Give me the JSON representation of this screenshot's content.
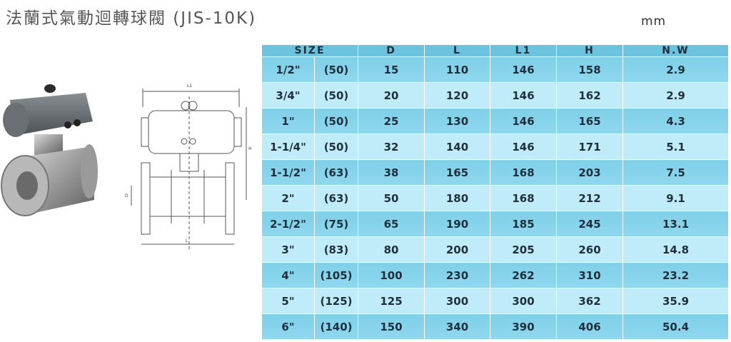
{
  "title": "法蘭式氣動迴轉球閥 (JIS-10K)",
  "unit": "mm",
  "table": {
    "headers": {
      "size": "SIZE",
      "d": "D",
      "l": "L",
      "l1": "L1",
      "h": "H",
      "nw": "N.W"
    },
    "rows": [
      {
        "size": "1/2\"",
        "code": "(50)",
        "d": "15",
        "l": "110",
        "l1": "146",
        "h": "158",
        "nw": "2.9"
      },
      {
        "size": "3/4\"",
        "code": "(50)",
        "d": "20",
        "l": "120",
        "l1": "146",
        "h": "162",
        "nw": "2.9"
      },
      {
        "size": "1\"",
        "code": "(50)",
        "d": "25",
        "l": "130",
        "l1": "146",
        "h": "165",
        "nw": "4.3"
      },
      {
        "size": "1-1/4\"",
        "code": "(50)",
        "d": "32",
        "l": "140",
        "l1": "146",
        "h": "171",
        "nw": "5.1"
      },
      {
        "size": "1-1/2\"",
        "code": "(63)",
        "d": "38",
        "l": "165",
        "l1": "168",
        "h": "203",
        "nw": "7.5"
      },
      {
        "size": "2\"",
        "code": "(63)",
        "d": "50",
        "l": "180",
        "l1": "168",
        "h": "212",
        "nw": "9.1"
      },
      {
        "size": "2-1/2\"",
        "code": "(75)",
        "d": "65",
        "l": "190",
        "l1": "185",
        "h": "245",
        "nw": "13.1"
      },
      {
        "size": "3\"",
        "code": "(83)",
        "d": "80",
        "l": "200",
        "l1": "205",
        "h": "260",
        "nw": "14.8"
      },
      {
        "size": "4\"",
        "code": "(105)",
        "d": "100",
        "l": "230",
        "l1": "262",
        "h": "310",
        "nw": "23.2"
      },
      {
        "size": "5\"",
        "code": "(125)",
        "d": "125",
        "l": "300",
        "l1": "300",
        "h": "362",
        "nw": "35.9"
      },
      {
        "size": "6\"",
        "code": "(140)",
        "d": "150",
        "l": "340",
        "l1": "390",
        "h": "406",
        "nw": "50.4"
      }
    ]
  },
  "drawing": {
    "labels": {
      "l1": "L1",
      "h": "H",
      "d": "D",
      "l": "L"
    }
  },
  "colors": {
    "header": "#6cc3dd",
    "row_dark": "#85d3ea",
    "row_light": "#bfecf8",
    "text": "#1f2f3d",
    "title": "#555555"
  }
}
